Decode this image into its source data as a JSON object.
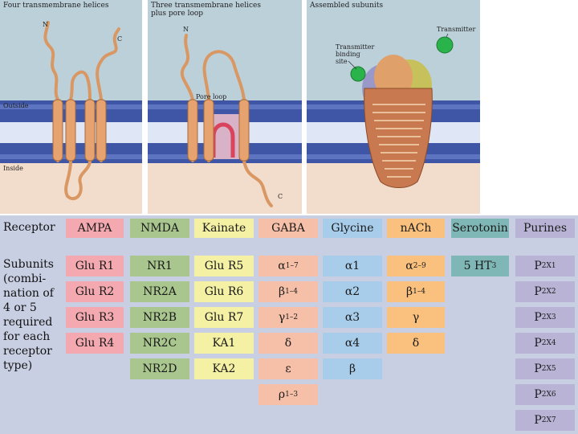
{
  "panels": {
    "a": {
      "title": "Four transmembrane helices",
      "n": "N",
      "c": "C",
      "outside": "Outside",
      "inside": "Inside"
    },
    "b": {
      "title1": "Three transmembrane helices",
      "title2": "plus pore loop",
      "n": "N",
      "c": "C",
      "pore": "Pore loop"
    },
    "c": {
      "title": "Assembled subunits",
      "transmitter": "Transmitter",
      "site1": "Transmitter",
      "site2": "binding",
      "site3": "site"
    }
  },
  "table": {
    "receptor_header": "Receptor",
    "subunits_label": [
      "Subunits",
      "(combi-",
      "nation of",
      "4 or 5",
      "required",
      "for each",
      "receptor",
      "type)"
    ],
    "columns": [
      {
        "name": "AMPA",
        "color": "#f4a9b0",
        "cells": [
          [
            "Glu R1",
            ""
          ],
          [
            "Glu R2",
            ""
          ],
          [
            "Glu R3",
            ""
          ],
          [
            "Glu R4",
            ""
          ]
        ]
      },
      {
        "name": "NMDA",
        "color": "#a9c68e",
        "cells": [
          [
            "NR1",
            ""
          ],
          [
            "NR2A",
            ""
          ],
          [
            "NR2B",
            ""
          ],
          [
            "NR2C",
            ""
          ],
          [
            "NR2D",
            ""
          ]
        ]
      },
      {
        "name": "Kainate",
        "color": "#f4f0a4",
        "cells": [
          [
            "Glu R5",
            ""
          ],
          [
            "Glu R6",
            ""
          ],
          [
            "Glu R7",
            ""
          ],
          [
            "KA1",
            ""
          ],
          [
            "KA2",
            ""
          ]
        ]
      },
      {
        "name": "GABA",
        "color": "#f6c0a8",
        "cells": [
          [
            "α",
            "1–7"
          ],
          [
            "β",
            "1–4"
          ],
          [
            "γ",
            "1–2"
          ],
          [
            "δ",
            ""
          ],
          [
            "ε",
            ""
          ],
          [
            "ρ",
            "1–3"
          ]
        ]
      },
      {
        "name": "Glycine",
        "color": "#a7cdeb",
        "cells": [
          [
            "α1",
            ""
          ],
          [
            "α2",
            ""
          ],
          [
            "α3",
            ""
          ],
          [
            "α4",
            ""
          ],
          [
            "β",
            ""
          ]
        ]
      },
      {
        "name": "nACh",
        "color": "#f9c07e",
        "cells": [
          [
            "α",
            "2–9"
          ],
          [
            "β",
            "1–4"
          ],
          [
            "γ",
            ""
          ],
          [
            "δ",
            ""
          ]
        ]
      },
      {
        "name": "Serotonin",
        "color": "#7fb7b6",
        "cells": [
          [
            "5 HT",
            "3"
          ]
        ]
      },
      {
        "name": "Purines",
        "color": "#b9b4d6",
        "cells": [
          [
            "P",
            "2X1"
          ],
          [
            "P",
            "2X2"
          ],
          [
            "P",
            "2X3"
          ],
          [
            "P",
            "2X4"
          ],
          [
            "P",
            "2X5"
          ],
          [
            "P",
            "2X6"
          ],
          [
            "P",
            "2X7"
          ]
        ]
      }
    ]
  }
}
